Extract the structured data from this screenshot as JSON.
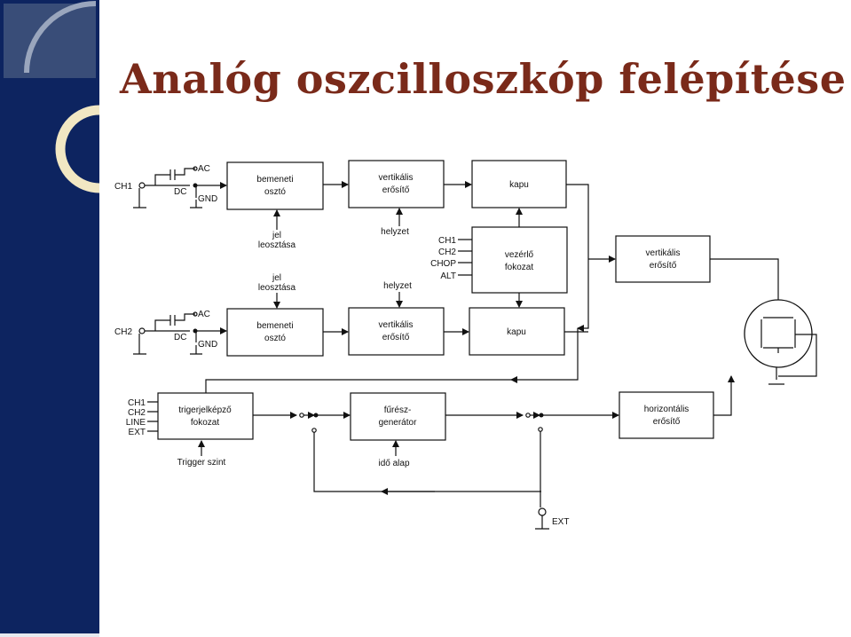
{
  "title": "Analóg oszcilloszkóp felépítése",
  "colors": {
    "title": "#7a2a1a",
    "sidebar": "#0d2460",
    "sidebar_arc": "#f1e7c3"
  },
  "ch1": {
    "input": "CH1",
    "ac": "AC",
    "dc": "DC",
    "gnd": "GND"
  },
  "ch2": {
    "input": "CH2",
    "ac": "AC",
    "dc": "DC",
    "gnd": "GND"
  },
  "blocks": {
    "att1": [
      "bemeneti",
      "osztó"
    ],
    "vamp1": [
      "vertikális",
      "erősítő"
    ],
    "gate1": [
      "kapu"
    ],
    "ctrl": [
      "vezérlő",
      "fokozat"
    ],
    "att2": [
      "bemeneti",
      "osztó"
    ],
    "vamp2": [
      "vertikális",
      "erősítő"
    ],
    "gate2": [
      "kapu"
    ],
    "vfinal": [
      "vertikális",
      "erősítő"
    ],
    "trig": [
      "trigerjelképző",
      "fokozat"
    ],
    "saw": [
      "fűrész-",
      "generátor"
    ],
    "hamp": [
      "horizontális",
      "erősítő"
    ]
  },
  "labels": {
    "jel1": [
      "jel",
      "leosztása"
    ],
    "pos1": "helyzet",
    "jel2": [
      "jel",
      "leosztása"
    ],
    "pos2": "helyzet",
    "mode": [
      "CH1",
      "CH2",
      "CHOP",
      "ALT"
    ],
    "trig_src": [
      "CH1",
      "CH2",
      "LINE",
      "EXT"
    ],
    "trig_level": "Trigger szint",
    "timebase": "idő alap",
    "ext": "EXT"
  }
}
